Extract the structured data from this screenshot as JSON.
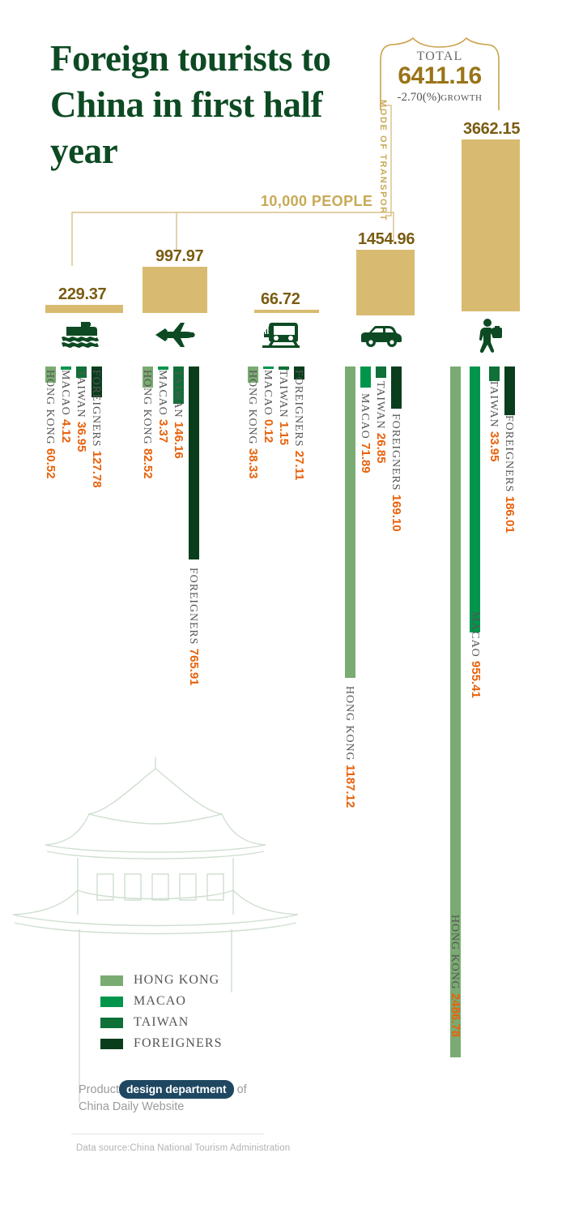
{
  "header": {
    "title": "Foreign tourists to China in first half year",
    "unit_label": "10,000 PEOPLE",
    "mode_label": "MODE OF TRANSPORT"
  },
  "total": {
    "label": "TOTAL",
    "value": "6411.16",
    "growth_value": "-2.70(%)",
    "growth_word": "GROWTH"
  },
  "legend": {
    "items": [
      {
        "label": "HONG KONG",
        "color": "#7aab72"
      },
      {
        "label": "MACAO",
        "color": "#00954b"
      },
      {
        "label": "TAIWAN",
        "color": "#0f7038"
      },
      {
        "label": "FOREIGNERS",
        "color": "#0a3d1c"
      }
    ]
  },
  "columns": [
    {
      "icon": "ship-icon",
      "total": "229.37",
      "segments": [
        {
          "name": "HONG KONG",
          "value": "60.52"
        },
        {
          "name": "MACAO",
          "value": "4.12"
        },
        {
          "name": "TAIWAN",
          "value": "36.95"
        },
        {
          "name": "FOREIGNERS",
          "value": "127.78"
        }
      ]
    },
    {
      "icon": "plane-icon",
      "total": "997.97",
      "segments": [
        {
          "name": "HONG KONG",
          "value": "82.52"
        },
        {
          "name": "MACAO",
          "value": "3.37"
        },
        {
          "name": "TAIWAN",
          "value": "146.16"
        },
        {
          "name": "FOREIGNERS",
          "value": "765.91"
        }
      ]
    },
    {
      "icon": "train-icon",
      "total": "66.72",
      "segments": [
        {
          "name": "HONG KONG",
          "value": "38.33"
        },
        {
          "name": "MACAO",
          "value": "0.12"
        },
        {
          "name": "TAIWAN",
          "value": "1.15"
        },
        {
          "name": "FOREIGNERS",
          "value": "27.11"
        }
      ]
    },
    {
      "icon": "car-icon",
      "total": "1454.96",
      "segments": [
        {
          "name": "HONG KONG",
          "value": "1187.12"
        },
        {
          "name": "MACAO",
          "value": "71.89"
        },
        {
          "name": "TAIWAN",
          "value": "26.85"
        },
        {
          "name": "FOREIGNERS",
          "value": "169.10"
        }
      ]
    },
    {
      "icon": "walk-icon",
      "total": "3662.15",
      "segments": [
        {
          "name": "HONG KONG",
          "value": "2486.78"
        },
        {
          "name": "MACAO",
          "value": "955.41"
        },
        {
          "name": "TAIWAN",
          "value": "33.95"
        },
        {
          "name": "FOREIGNERS",
          "value": "186.01"
        }
      ]
    }
  ],
  "footer": {
    "credit_prefix": "Product",
    "credit_pill": "design department",
    "credit_suffix": "of",
    "credit_line2": "China Daily Website",
    "source": "Data source:China National Tourism Administration"
  },
  "chart_data": {
    "type": "bar",
    "title": "Foreign tourists to China in first half year",
    "unit": "10,000 PEOPLE",
    "xlabel": "MODE OF TRANSPORT",
    "ylabel": "10,000 PEOPLE",
    "total": 6411.16,
    "growth_percent": -2.7,
    "categories": [
      "Ship",
      "Plane",
      "Train",
      "Car",
      "Walking"
    ],
    "category_totals": [
      229.37,
      997.97,
      66.72,
      1454.96,
      3662.15
    ],
    "series": [
      {
        "name": "HONG KONG",
        "color": "#7aab72",
        "values": [
          60.52,
          82.52,
          38.33,
          1187.12,
          2486.78
        ]
      },
      {
        "name": "MACAO",
        "color": "#00954b",
        "values": [
          4.12,
          3.37,
          0.12,
          71.89,
          955.41
        ]
      },
      {
        "name": "TAIWAN",
        "color": "#0f7038",
        "values": [
          36.95,
          146.16,
          1.15,
          26.85,
          33.95
        ]
      },
      {
        "name": "FOREIGNERS",
        "color": "#0a3d1c",
        "values": [
          127.78,
          765.91,
          27.11,
          169.1,
          186.01
        ]
      }
    ],
    "legend_position": "bottom-left",
    "grid": false
  }
}
